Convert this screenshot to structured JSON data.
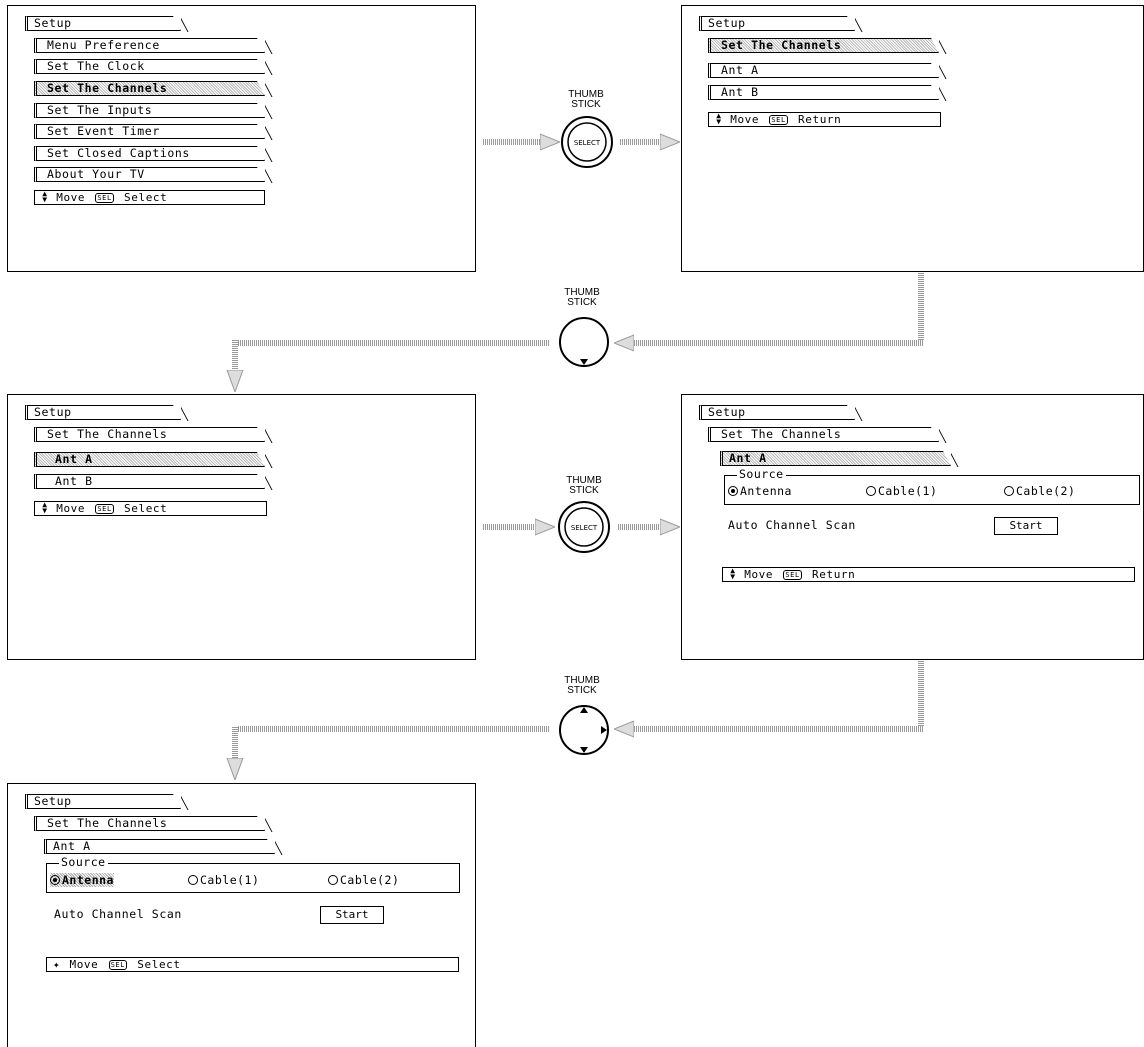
{
  "thumbstick": {
    "line1": "THUMB",
    "line2": "STICK",
    "select": "SELECT"
  },
  "screen1": {
    "title": "Setup",
    "items": [
      "Menu Preference",
      "Set The Clock",
      "Set The Channels",
      "Set The Inputs",
      "Set Event Timer",
      "Set Closed Captions",
      "About Your TV"
    ],
    "status_move": "Move",
    "status_sel": "SEL",
    "status_action": "Select"
  },
  "screen2": {
    "title": "Setup",
    "items": [
      "Set The Channels",
      "Ant A",
      "Ant B"
    ],
    "status_move": "Move",
    "status_sel": "SEL",
    "status_action": "Return"
  },
  "screen3": {
    "title": "Setup",
    "items": [
      "Set The Channels",
      "Ant A",
      "Ant B"
    ],
    "status_move": "Move",
    "status_sel": "SEL",
    "status_action": "Select"
  },
  "screen4": {
    "title": "Setup",
    "sub1": "Set The Channels",
    "sub2": "Ant A",
    "source_label": "Source",
    "radios": [
      "Antenna",
      "Cable(1)",
      "Cable(2)"
    ],
    "scan_label": "Auto Channel Scan",
    "start_label": "Start",
    "status_move": "Move",
    "status_sel": "SEL",
    "status_action": "Return"
  },
  "screen5": {
    "title": "Setup",
    "sub1": "Set The Channels",
    "sub2": "Ant A",
    "source_label": "Source",
    "radios": [
      "Antenna",
      "Cable(1)",
      "Cable(2)"
    ],
    "scan_label": "Auto Channel Scan",
    "start_label": "Start",
    "status_move": "Move",
    "status_sel": "SEL",
    "status_action": "Select"
  }
}
